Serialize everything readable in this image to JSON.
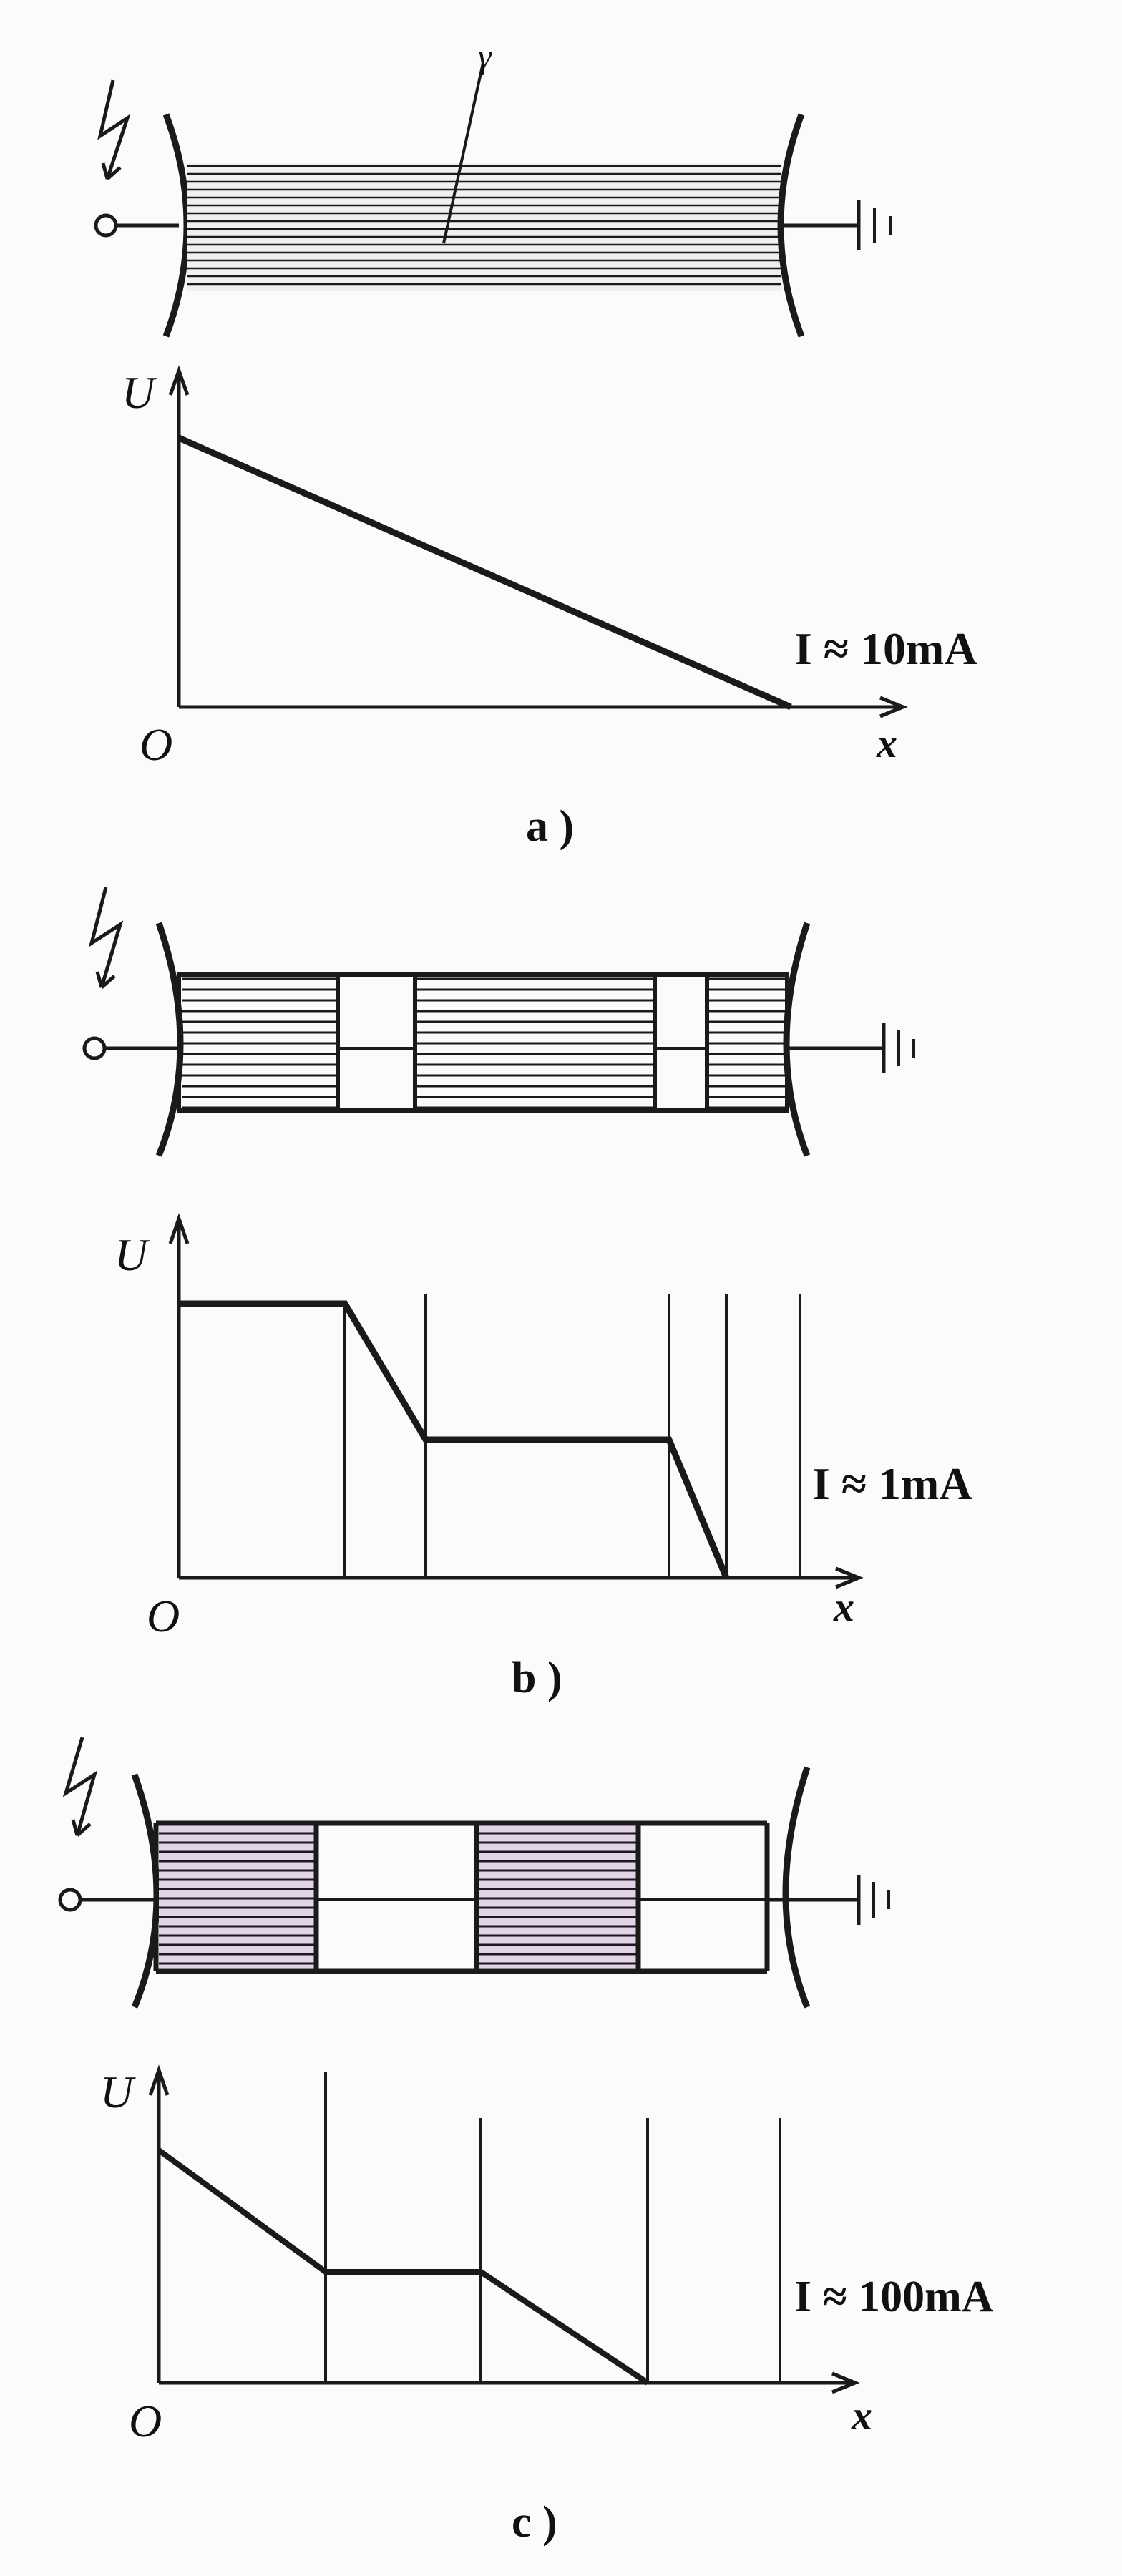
{
  "panels": [
    {
      "caption": "a )",
      "gap_label": "γ",
      "current": "I ≈ 10mA",
      "axis_y": "U",
      "axis_x": "x",
      "origin": "O"
    },
    {
      "caption": "b )",
      "current": "I ≈ 1mA",
      "axis_y": "U",
      "axis_x": "x",
      "origin": "O"
    },
    {
      "caption": "c )",
      "current": "I ≈ 100mA",
      "axis_y": "U",
      "axis_x": "x",
      "origin": "O"
    }
  ],
  "colors": {
    "ink": "#1a1a1a",
    "shade": "#b089b8",
    "paper": "#fbfbf9"
  },
  "icons": {
    "source": "lightning-arrow-icon",
    "ground": "ground-icon",
    "terminal": "terminal-circle-icon"
  }
}
